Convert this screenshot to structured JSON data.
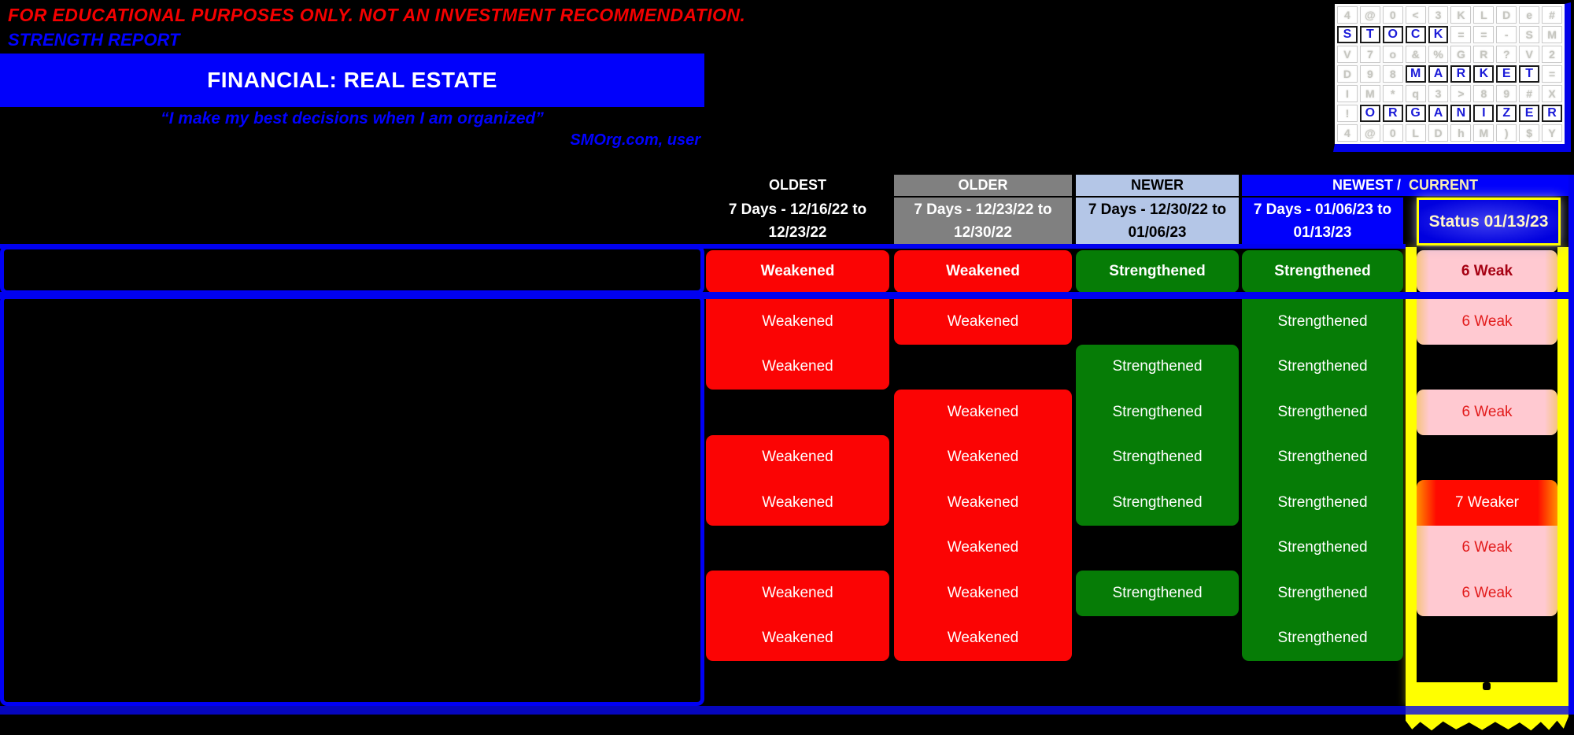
{
  "header": {
    "disclaimer": "FOR EDUCATIONAL PURPOSES ONLY. NOT AN INVESTMENT RECOMMENDATION.",
    "report_type": "STRENGTH REPORT",
    "sector_title": "FINANCIAL: REAL ESTATE",
    "quote": "“I make my best decisions when I am organized”",
    "attribution": "SMOrg.com, user"
  },
  "logo": {
    "words": [
      "STOCK",
      "MARKET",
      "ORGANIZER"
    ],
    "rows": [
      {
        "cells": [
          "4",
          "@",
          "0",
          "<",
          "3",
          "K",
          "L",
          "D",
          "e",
          "#"
        ],
        "hl_start": -1,
        "hl_len": 0
      },
      {
        "cells": [
          "S",
          "T",
          "O",
          "C",
          "K",
          "=",
          "=",
          "-",
          "S",
          "M"
        ],
        "hl_start": 0,
        "hl_len": 5
      },
      {
        "cells": [
          "V",
          "7",
          "o",
          "&",
          "%",
          "G",
          "R",
          "?",
          "V",
          "2"
        ],
        "hl_start": -1,
        "hl_len": 0
      },
      {
        "cells": [
          "D",
          "9",
          "8",
          "M",
          "A",
          "R",
          "K",
          "E",
          "T",
          "="
        ],
        "hl_start": 3,
        "hl_len": 6
      },
      {
        "cells": [
          "I",
          "M",
          "*",
          "q",
          "3",
          ">",
          "8",
          "9",
          "#",
          "X"
        ],
        "hl_start": -1,
        "hl_len": 0
      },
      {
        "cells": [
          "!",
          "O",
          "R",
          "G",
          "A",
          "N",
          "I",
          "Z",
          "E",
          "R"
        ],
        "hl_start": 1,
        "hl_len": 9
      },
      {
        "cells": [
          "4",
          "@",
          "0",
          "L",
          "D",
          "h",
          "M",
          ")",
          "$",
          "Y"
        ],
        "hl_start": -1,
        "hl_len": 0
      }
    ]
  },
  "table": {
    "period_columns": [
      {
        "id": "oldest",
        "label": "OLDEST",
        "range": "7 Days - 12/16/22 to 12/23/22"
      },
      {
        "id": "older",
        "label": "OLDER",
        "range": "7 Days - 12/23/22 to 12/30/22"
      },
      {
        "id": "newer",
        "label": "NEWER",
        "range": "7 Days - 12/30/22 to 01/06/23"
      },
      {
        "id": "newest",
        "label_left": "NEWEST /",
        "label_right": "CURRENT",
        "range": "7 Days - 01/06/23 to 01/13/23"
      }
    ],
    "status_column": {
      "label": "Status 01/13/23"
    },
    "cell_values": {
      "weakened": "Weakened",
      "strengthened": "Strengthened"
    },
    "rows": [
      {
        "oldest": "Weakened",
        "older": "Weakened",
        "newer": "Strengthened",
        "newest": "Strengthened",
        "status": "6 Weak",
        "status_kind": "weak",
        "bold": true
      },
      {
        "oldest": "Weakened",
        "older": "Weakened",
        "newer": "",
        "newest": "Strengthened",
        "status": "6 Weak",
        "status_kind": "weak"
      },
      {
        "oldest": "Weakened",
        "older": "",
        "newer": "Strengthened",
        "newest": "Strengthened",
        "status": "",
        "status_kind": "none"
      },
      {
        "oldest": "",
        "older": "Weakened",
        "newer": "Strengthened",
        "newest": "Strengthened",
        "status": "6 Weak",
        "status_kind": "weak"
      },
      {
        "oldest": "Weakened",
        "older": "Weakened",
        "newer": "Strengthened",
        "newest": "Strengthened",
        "status": "",
        "status_kind": "none"
      },
      {
        "oldest": "Weakened",
        "older": "Weakened",
        "newer": "Strengthened",
        "newest": "Strengthened",
        "status": "7 Weaker",
        "status_kind": "weaker"
      },
      {
        "oldest": "",
        "older": "Weakened",
        "newer": "",
        "newest": "Strengthened",
        "status": "6 Weak",
        "status_kind": "weak"
      },
      {
        "oldest": "Weakened",
        "older": "Weakened",
        "newer": "Strengthened",
        "newest": "Strengthened",
        "status": "6 Weak",
        "status_kind": "weak"
      },
      {
        "oldest": "Weakened",
        "older": "Weakened",
        "newer": "",
        "newest": "Strengthened",
        "status": "",
        "status_kind": "none"
      },
      {
        "oldest": "",
        "older": "",
        "newer": "",
        "newest": "",
        "status": "",
        "status_kind": "dot"
      }
    ]
  },
  "colors": {
    "accent_blue": "#0101fb",
    "weakened_red": "#fb0404",
    "strengthened_green": "#067c06",
    "older_gray": "#808080",
    "newer_lightblue": "#b4c6e7",
    "status_pink": "#ffc9d1",
    "status_weak_text": "#a50012",
    "highlight_yellow": "#ffff00"
  }
}
